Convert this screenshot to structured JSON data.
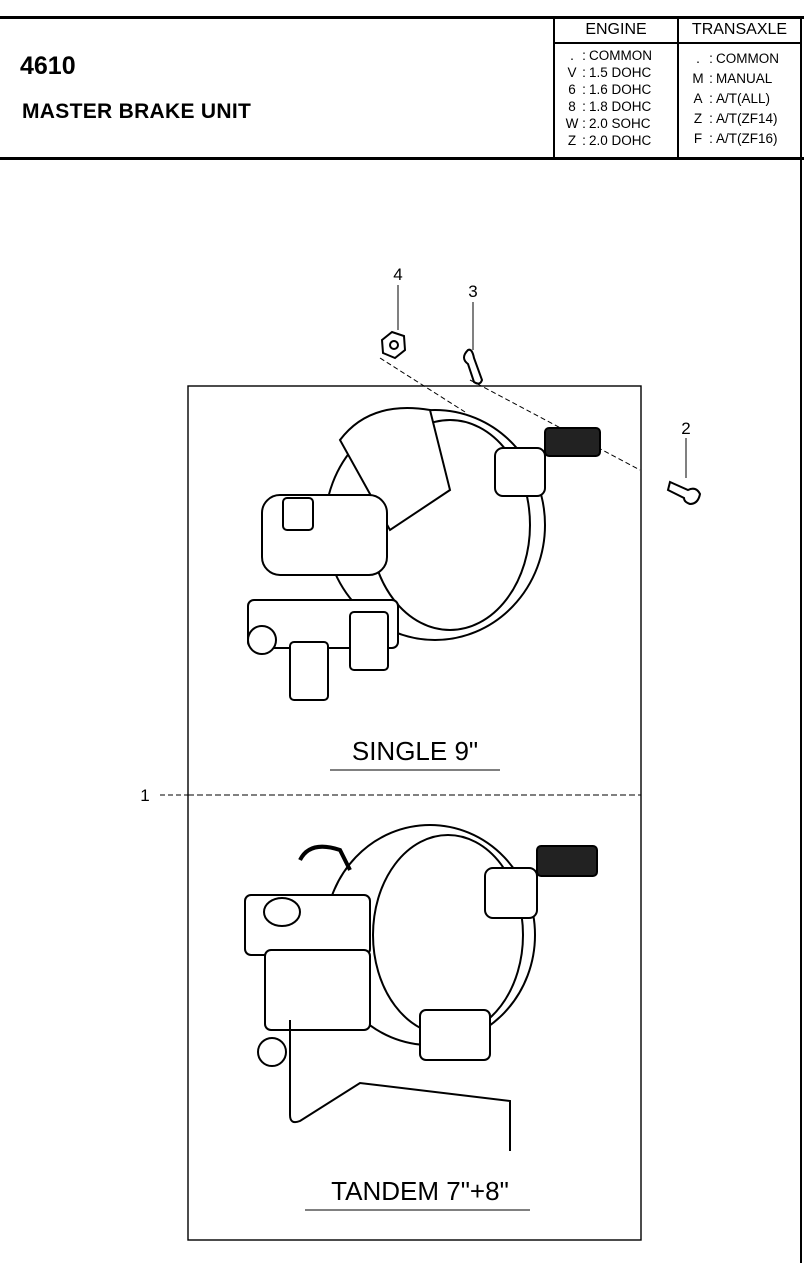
{
  "header": {
    "catalog_number": "4610",
    "title": "MASTER BRAKE UNIT"
  },
  "engine": {
    "heading": "ENGINE",
    "codes": [
      {
        "key": ".",
        "label": "COMMON"
      },
      {
        "key": "V",
        "label": "1.5 DOHC"
      },
      {
        "key": "6",
        "label": "1.6 DOHC"
      },
      {
        "key": "8",
        "label": "1.8 DOHC"
      },
      {
        "key": "W",
        "label": "2.0 SOHC"
      },
      {
        "key": "Z",
        "label": "2.0 DOHC"
      }
    ]
  },
  "transaxle": {
    "heading": "TRANSAXLE",
    "codes": [
      {
        "key": ".",
        "label": "COMMON"
      },
      {
        "key": "M",
        "label": "MANUAL"
      },
      {
        "key": "A",
        "label": "A/T(ALL)"
      },
      {
        "key": "Z",
        "label": "A/T(ZF14)"
      },
      {
        "key": "F",
        "label": "A/T(ZF16)"
      }
    ]
  },
  "callouts": {
    "c1": "1",
    "c2": "2",
    "c3": "3",
    "c4": "4"
  },
  "captions": {
    "single": "SINGLE 9\"",
    "tandem": "TANDEM 7\"+8\""
  }
}
